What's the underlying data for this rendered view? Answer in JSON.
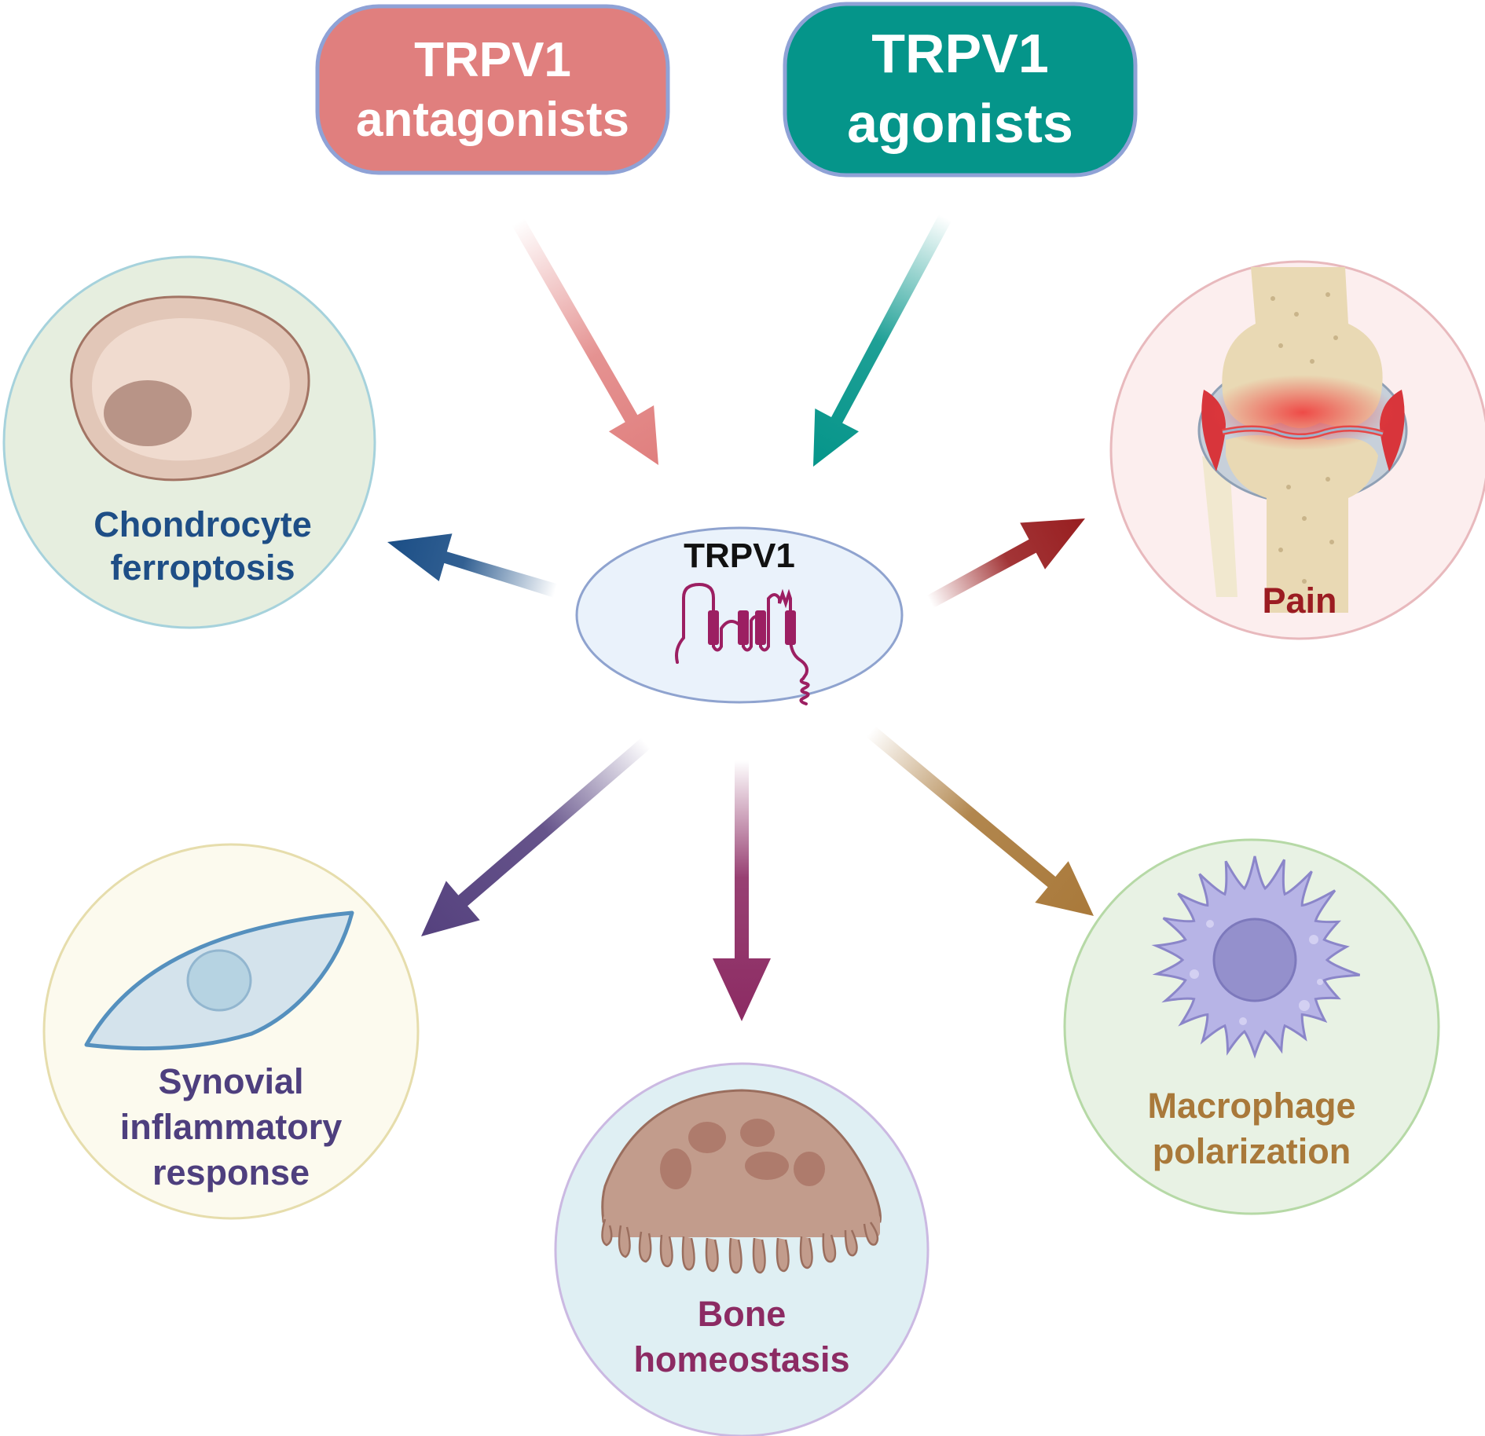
{
  "diagram": {
    "nodes": {
      "antagonists": {
        "line1": "TRPV1",
        "line2": "antagonists",
        "fill": "#E07F7E",
        "stroke": "#8FA2D6",
        "text_color": "#FFFFFF"
      },
      "agonists": {
        "line1": "TRPV1",
        "line2": "agonists",
        "fill": "#05958A",
        "stroke": "#8FA2D6",
        "text_color": "#FFFFFF"
      },
      "center": {
        "label": "TRPV1",
        "fill": "#EAF2FB",
        "stroke": "#8FA3CF",
        "text_color": "#111111",
        "channel_color": "#9C1F62"
      },
      "chondrocyte": {
        "line1": "Chondrocyte",
        "line2": "ferroptosis",
        "fill": "#E6EEDF",
        "stroke": "#A6D2DC",
        "text_color": "#1E4E86"
      },
      "pain": {
        "line1": "Pain",
        "fill": "#FCEEEE",
        "stroke": "#E8B9BD",
        "text_color": "#9B1C22"
      },
      "synovial": {
        "line1": "Synovial",
        "line2": "inflammatory",
        "line3": "response",
        "fill": "#FCFAEE",
        "stroke": "#E6DDAC",
        "text_color": "#4E3F7E"
      },
      "bone": {
        "line1": "Bone",
        "line2": "homeostasis",
        "fill": "#DFEFF3",
        "stroke": "#CBB9E2",
        "text_color": "#8C2B63"
      },
      "macrophage": {
        "line1": "Macrophage",
        "line2": "polarization",
        "fill": "#E8F2E4",
        "stroke": "#B6D9A6",
        "text_color": "#A9793A"
      }
    },
    "arrows": {
      "antagonists_to_center": "#E07F7E",
      "agonists_to_center": "#05958A",
      "center_to_chondrocyte": "#1B4E86",
      "center_to_pain": "#981E20",
      "center_to_synovial": "#55417E",
      "center_to_bone": "#8C2B63",
      "center_to_macrophage": "#A9793A"
    }
  }
}
